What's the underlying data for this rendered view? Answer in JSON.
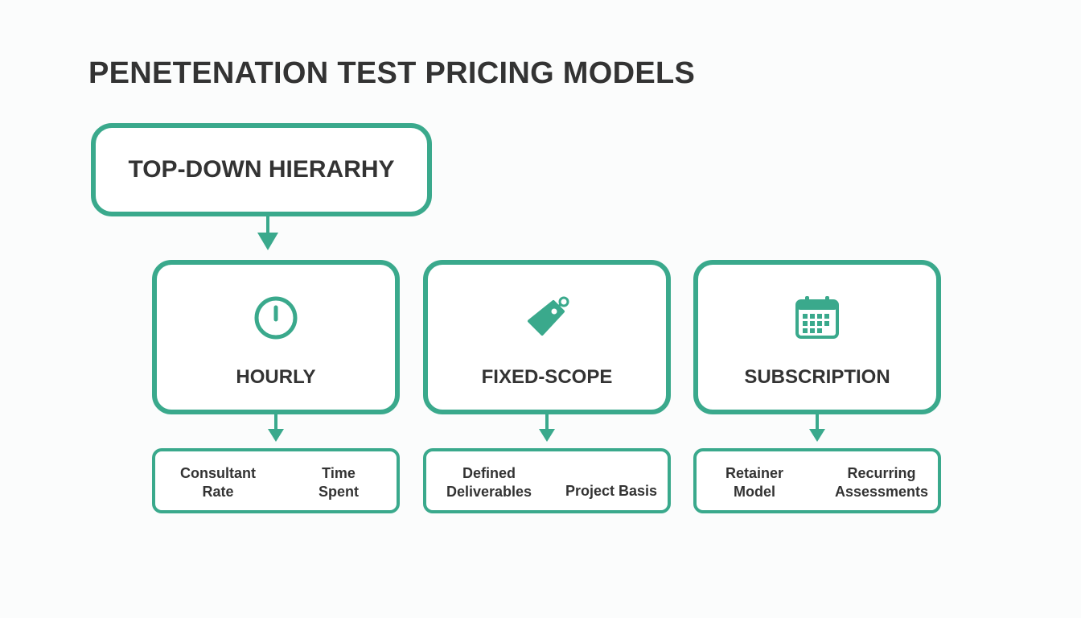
{
  "diagram": {
    "title": "PENETENATION TEST PRICING MODELS",
    "root": {
      "label": "TOP-DOWN HIERARHY"
    },
    "models": [
      {
        "label": "HOURLY",
        "icon": "clock-icon",
        "details": [
          "Consultant\nRate",
          "Time\nSpent"
        ]
      },
      {
        "label": "FIXED-SCOPE",
        "icon": "price-tag-icon",
        "details": [
          "Defined\nDeliverables",
          "Project Basis"
        ]
      },
      {
        "label": "SUBSCRIPTION",
        "icon": "calendar-icon",
        "details": [
          "Retainer\nModel",
          "Recurring\nAssessments"
        ]
      }
    ],
    "colors": {
      "accent": "#3aa98c",
      "text": "#333333",
      "background": "#fbfcfc"
    }
  }
}
